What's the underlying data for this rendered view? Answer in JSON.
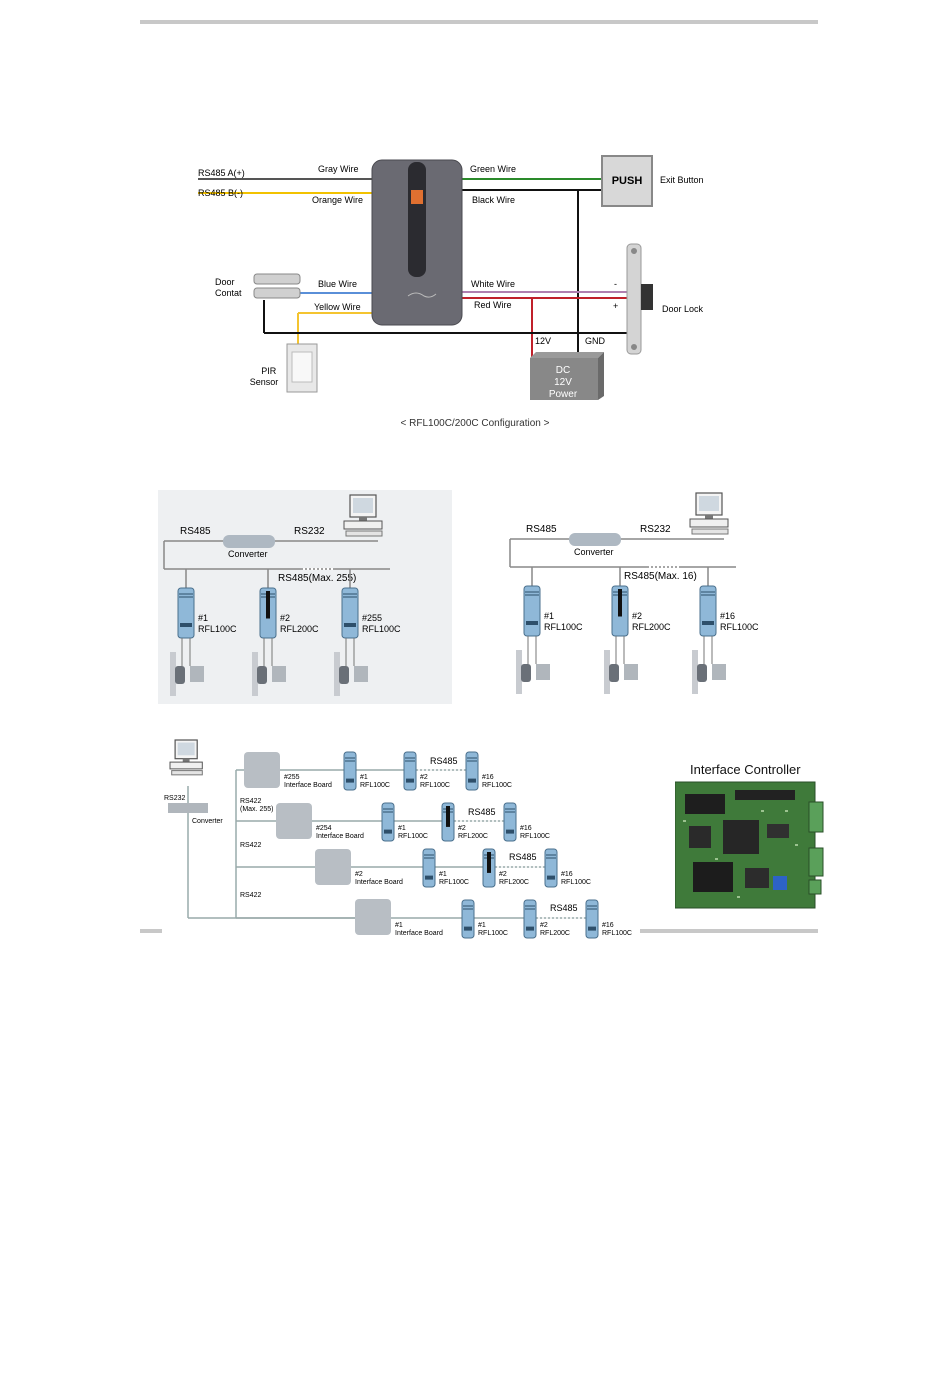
{
  "wiring": {
    "rs485a": "RS485 A(+)",
    "rs485b": "RS485 B(-)",
    "gray": "Gray Wire",
    "orange": "Orange Wire",
    "green": "Green Wire",
    "black": "Black Wire",
    "blue": "Blue Wire",
    "yellow": "Yellow Wire",
    "white": "White Wire",
    "red": "Red Wire",
    "door_contact": "Door\nContat",
    "pir": "PIR\nSensor",
    "push": "PUSH",
    "exit_button": "Exit Button",
    "door_lock": "Door Lock",
    "v12": "12V",
    "gnd": "GND",
    "dc": "DC",
    "dc_12v": "12V",
    "dc_power": "Power",
    "minus": "-",
    "plus": "+",
    "caption": "< RFL100C/200C Configuration >"
  },
  "net1": {
    "rs485": "RS485",
    "rs232": "RS232",
    "converter": "Converter",
    "bus": "RS485(Max. 255)",
    "readers": [
      {
        "num": "#1",
        "model": "RFL100C"
      },
      {
        "num": "#2",
        "model": "RFL200C"
      },
      {
        "num": "#255",
        "model": "RFL100C"
      }
    ]
  },
  "net2": {
    "rs485": "RS485",
    "rs232": "RS232",
    "converter": "Converter",
    "bus": "RS485(Max. 16)",
    "readers": [
      {
        "num": "#1",
        "model": "RFL100C"
      },
      {
        "num": "#2",
        "model": "RFL200C"
      },
      {
        "num": "#16",
        "model": "RFL100C"
      }
    ]
  },
  "net3": {
    "rs232": "RS232",
    "converter": "Converter",
    "rs422_max": "RS422\n(Max. 255)",
    "rs422": "RS422",
    "rs485": "RS485",
    "boards": [
      {
        "num": "#255",
        "label": "Interface Board",
        "readers": [
          {
            "num": "#1",
            "model": "RFL100C"
          },
          {
            "num": "#2",
            "model": "RFL100C"
          },
          {
            "num": "#16",
            "model": "RFL100C"
          }
        ]
      },
      {
        "num": "#254",
        "label": "Interface Board",
        "readers": [
          {
            "num": "#1",
            "model": "RFL100C"
          },
          {
            "num": "#2",
            "model": "RFL200C"
          },
          {
            "num": "#16",
            "model": "RFL100C"
          }
        ]
      },
      {
        "num": "#2",
        "label": "Interface Board",
        "readers": [
          {
            "num": "#1",
            "model": "RFL100C"
          },
          {
            "num": "#2",
            "model": "RFL200C"
          },
          {
            "num": "#16",
            "model": "RFL100C"
          }
        ]
      },
      {
        "num": "#1",
        "label": "Interface Board",
        "readers": [
          {
            "num": "#1",
            "model": "RFL100C"
          },
          {
            "num": "#2",
            "model": "RFL200C"
          },
          {
            "num": "#16",
            "model": "RFL100C"
          }
        ]
      }
    ]
  },
  "interface_controller": {
    "title": "Interface Controller"
  },
  "colors": {
    "gray_wire": "#555555",
    "orange_wire": "#f2c200",
    "green_wire": "#2a8a2a",
    "black_wire": "#111111",
    "blue_wire": "#5a8fd8",
    "yellow_wire": "#f4c430",
    "white_wire": "#b07fb0",
    "red_wire": "#c0202a",
    "reader_blue": "#8fb8d8"
  }
}
